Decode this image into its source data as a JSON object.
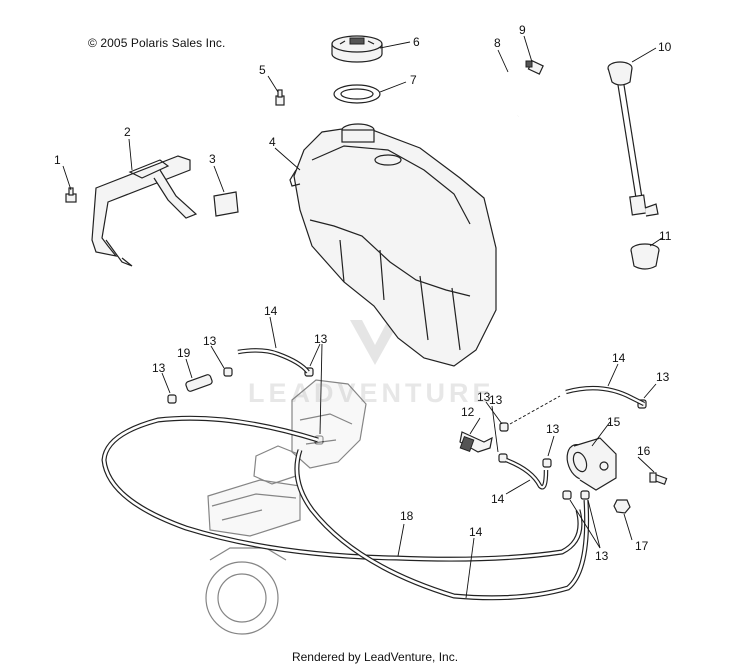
{
  "copyright": "© 2005 Polaris Sales Inc.",
  "footer": "Rendered by LeadVenture, Inc.",
  "watermark": "LEADVENTURE",
  "callouts": {
    "c1": "1",
    "c2": "2",
    "c3": "3",
    "c4": "4",
    "c5": "5",
    "c6": "6",
    "c7": "7",
    "c8": "8",
    "c9": "9",
    "c10": "10",
    "c11": "11",
    "c12": "12",
    "c13a": "13",
    "c13b": "13",
    "c13c": "13",
    "c13d": "13",
    "c13e": "13",
    "c13f": "13",
    "c13g": "13",
    "c13h": "13",
    "c14a": "14",
    "c14b": "14",
    "c14c": "14",
    "c14d": "14",
    "c15": "15",
    "c16": "16",
    "c17": "17",
    "c18": "18",
    "c19": "19"
  }
}
